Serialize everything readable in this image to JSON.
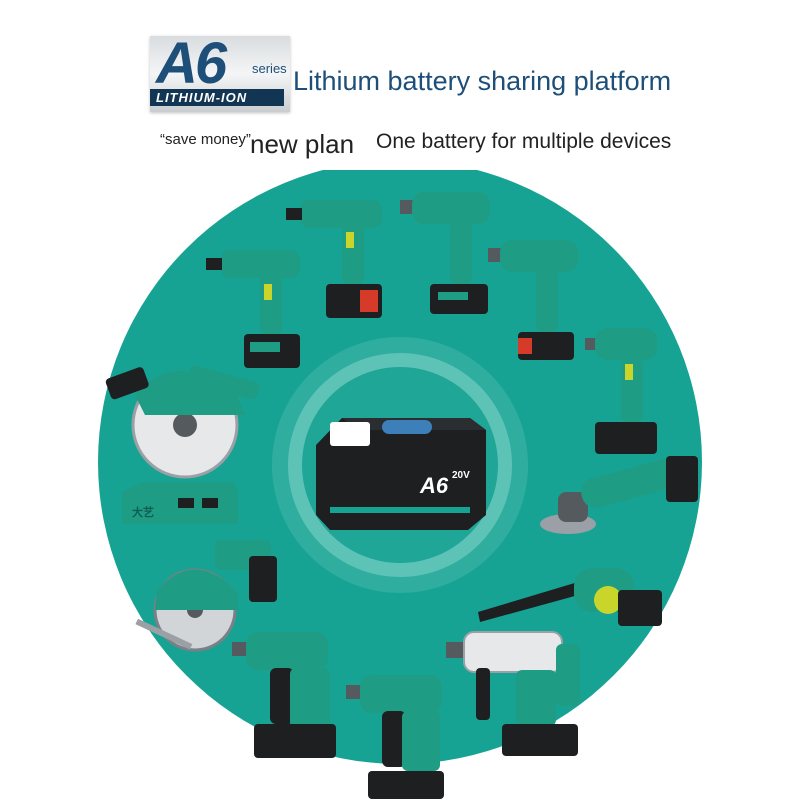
{
  "logo": {
    "mark": "A6",
    "series": "series",
    "strip_text": "LITHIUM-ION"
  },
  "headline": "Lithium battery sharing platform",
  "tagline": {
    "quote": "“save money”",
    "plan": "new plan",
    "right": "One battery for multiple devices"
  },
  "colors": {
    "teal": "#17a394",
    "teal_light": "#4bbcaf",
    "brand_blue": "#1e4f79",
    "tool_green": "#1e9c84",
    "battery_black": "#1d1f21"
  },
  "battery": {
    "brand_mark": "A6",
    "voltage": "20V"
  },
  "tools": [
    {
      "id": "impact-wrench-1",
      "icon": "impact-wrench-icon"
    },
    {
      "id": "impact-wrench-2",
      "icon": "impact-wrench-icon"
    },
    {
      "id": "drill-1",
      "icon": "drill-icon"
    },
    {
      "id": "drill-2",
      "icon": "drill-icon"
    },
    {
      "id": "impact-driver",
      "icon": "impact-driver-icon"
    },
    {
      "id": "circular-saw",
      "icon": "circular-saw-icon"
    },
    {
      "id": "usb-adapter",
      "icon": "usb-adapter-icon"
    },
    {
      "id": "angle-grinder",
      "icon": "angle-grinder-icon"
    },
    {
      "id": "tile-cutter",
      "icon": "tile-cutter-icon"
    },
    {
      "id": "blower",
      "icon": "blower-icon"
    },
    {
      "id": "rotary-hammer-1",
      "icon": "rotary-hammer-icon"
    },
    {
      "id": "rotary-hammer-2",
      "icon": "rotary-hammer-icon"
    },
    {
      "id": "demolition-hammer",
      "icon": "demolition-hammer-icon"
    }
  ]
}
